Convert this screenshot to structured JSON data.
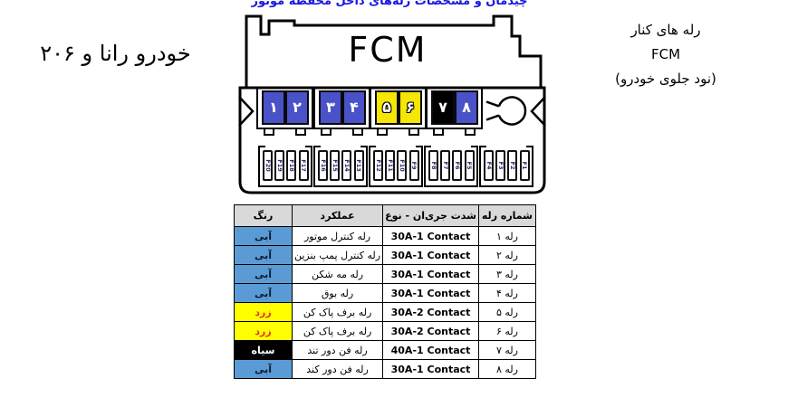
{
  "page": {
    "title": "چیدمان و مشخصات رله‌های داخل محفظه موتور",
    "title_color": "#1a16e0",
    "vehicle_label": "خودرو رانا و ۲۰۶",
    "side_note": [
      "رله های کنار",
      "FCM",
      "(نود جلوی خودرو)"
    ]
  },
  "diagram": {
    "box_label": "FCM",
    "relay_colors": {
      "blue": "#4a52c8",
      "yellow": "#f5e605",
      "black": "#000000"
    },
    "relays": [
      {
        "label": "۱",
        "color": "blue"
      },
      {
        "label": "۲",
        "color": "blue"
      },
      {
        "label": "۳",
        "color": "blue"
      },
      {
        "label": "۴",
        "color": "blue"
      },
      {
        "label": "۵",
        "color": "yellow"
      },
      {
        "label": "۶",
        "color": "yellow"
      },
      {
        "label": "۷",
        "color": "black"
      },
      {
        "label": "۸",
        "color": "blue"
      }
    ],
    "fuses": [
      "F20",
      "F19",
      "F18",
      "F17",
      "F16",
      "F15",
      "F14",
      "F13",
      "F12",
      "F11",
      "F10",
      "F9",
      "F8",
      "F7",
      "F6",
      "F5",
      "F4",
      "F3",
      "F2",
      "F1"
    ]
  },
  "table": {
    "headers": {
      "color": "رنگ",
      "function": "عملکرد",
      "current_type": "شدت جری‌ان - نوع",
      "relay_number": "شماره رله"
    },
    "cell_colors": {
      "blue": {
        "bg": "#5b9bd5",
        "text": "#0d1b33"
      },
      "yellow": {
        "bg": "#ffff00",
        "text": "#e0342b"
      },
      "black": {
        "bg": "#000000",
        "text": "#ffffff"
      }
    },
    "rows": [
      {
        "relay_number": "رله ۱",
        "current_type": "30A-1 Contact",
        "function": "رله کنترل موتور",
        "color_label": "آبی",
        "color_key": "blue"
      },
      {
        "relay_number": "رله ۲",
        "current_type": "30A-1 Contact",
        "function": "رله کنترل پمپ بنزین",
        "color_label": "آبی",
        "color_key": "blue"
      },
      {
        "relay_number": "رله ۳",
        "current_type": "30A-1 Contact",
        "function": "رله مه شکن",
        "color_label": "آبی",
        "color_key": "blue"
      },
      {
        "relay_number": "رله ۴",
        "current_type": "30A-1 Contact",
        "function": "رله بوق",
        "color_label": "آبی",
        "color_key": "blue"
      },
      {
        "relay_number": "رله ۵",
        "current_type": "30A-2 Contact",
        "function": "رله برف پاک کن",
        "color_label": "زرد",
        "color_key": "yellow"
      },
      {
        "relay_number": "رله ۶",
        "current_type": "30A-2 Contact",
        "function": "رله برف پاک کن",
        "color_label": "زرد",
        "color_key": "yellow"
      },
      {
        "relay_number": "رله ۷",
        "current_type": "40A-1 Contact",
        "function": "رله فن دور تند",
        "color_label": "سیاه",
        "color_key": "black"
      },
      {
        "relay_number": "رله ۸",
        "current_type": "30A-1 Contact",
        "function": "رله فن دور کند",
        "color_label": "آبی",
        "color_key": "blue"
      }
    ]
  }
}
